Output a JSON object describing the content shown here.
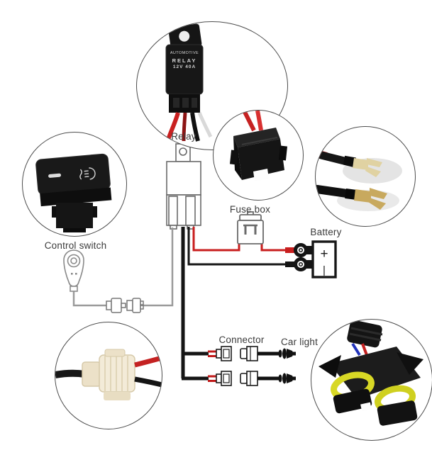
{
  "labels": {
    "relay": "Relay",
    "control_switch": "Control switch",
    "fuse_box": "Fuse box",
    "battery": "Battery",
    "connector": "Connector",
    "car_light": "Car light"
  },
  "relay_photo": {
    "line1": "AUTOMOTIVE",
    "line2": "RELAY",
    "line3": "12V 40A"
  },
  "battery_symbol": {
    "plus": "+",
    "minus": "|"
  },
  "colors": {
    "wire_red": "#c81e1e",
    "wire_black": "#151515",
    "wire_gray": "#9b9b9b",
    "symbol_outline": "#6a6a6a",
    "terminal_brass": "#c8a95e",
    "connector_cream": "#f3ebd8",
    "seal_yellow": "#d6d621",
    "label_text": "#3a3a3a"
  }
}
